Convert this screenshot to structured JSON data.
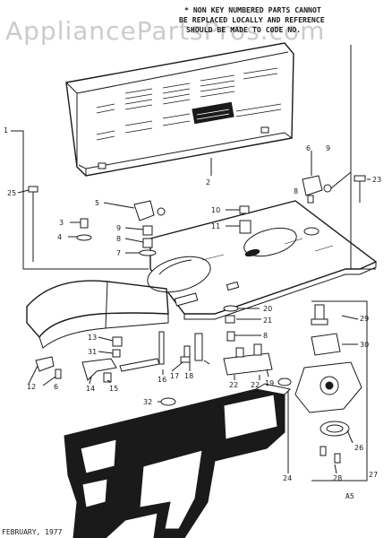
{
  "watermark": "AppliancePartsPros.com",
  "note_lines": [
    "* NON KEY NUMBERED PARTS CANNOT",
    "BE REPLACED LOCALLY AND REFERENCE",
    "SHOULD BE MADE TO CODE NO."
  ],
  "footer": {
    "date": "FEBRUARY, 1977",
    "code": "A5"
  },
  "callouts": {
    "c1": "1",
    "c2": "2",
    "c3": "3",
    "c4": "4",
    "c5": "5",
    "c6": "6",
    "c7": "7",
    "c8": "8",
    "c9": "9",
    "c10": "10",
    "c11": "11",
    "c12": "12",
    "c13": "13",
    "c14": "14",
    "c15": "15",
    "c16": "16",
    "c17": "17",
    "c18": "18",
    "c19": "19",
    "c20": "20",
    "c21": "21",
    "c22": "22",
    "c23": "23",
    "c24": "24",
    "c25": "25",
    "c26": "26",
    "c27": "27",
    "c28": "28",
    "c29": "29",
    "c30": "30",
    "c31": "31",
    "c32": "32",
    "c6b": "6",
    "c9b": "9",
    "c8b": "8",
    "c8c": "8",
    "c22b": "22"
  }
}
